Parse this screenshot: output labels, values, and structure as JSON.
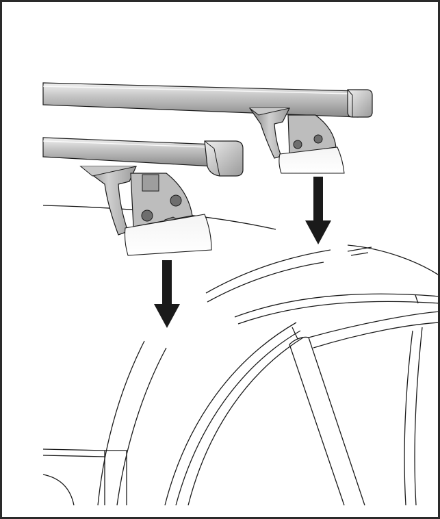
{
  "diagram": {
    "kind": "roof-rack installation illustration",
    "colors": {
      "frame": "#2a2a2a",
      "line": "#1a1a1a",
      "bar_light": "#d6d6d6",
      "bar_dark": "#8a8a8a",
      "foot_light": "#eeeeee",
      "foot_mid": "#bdbdbd",
      "foot_dark": "#6e6e6e",
      "arrow": "#1a1a1a"
    },
    "parts": [
      "rear-crossbar",
      "front-crossbar",
      "rear-foot",
      "front-foot",
      "car-roof",
      "car-door-frame"
    ],
    "arrows": 2
  }
}
